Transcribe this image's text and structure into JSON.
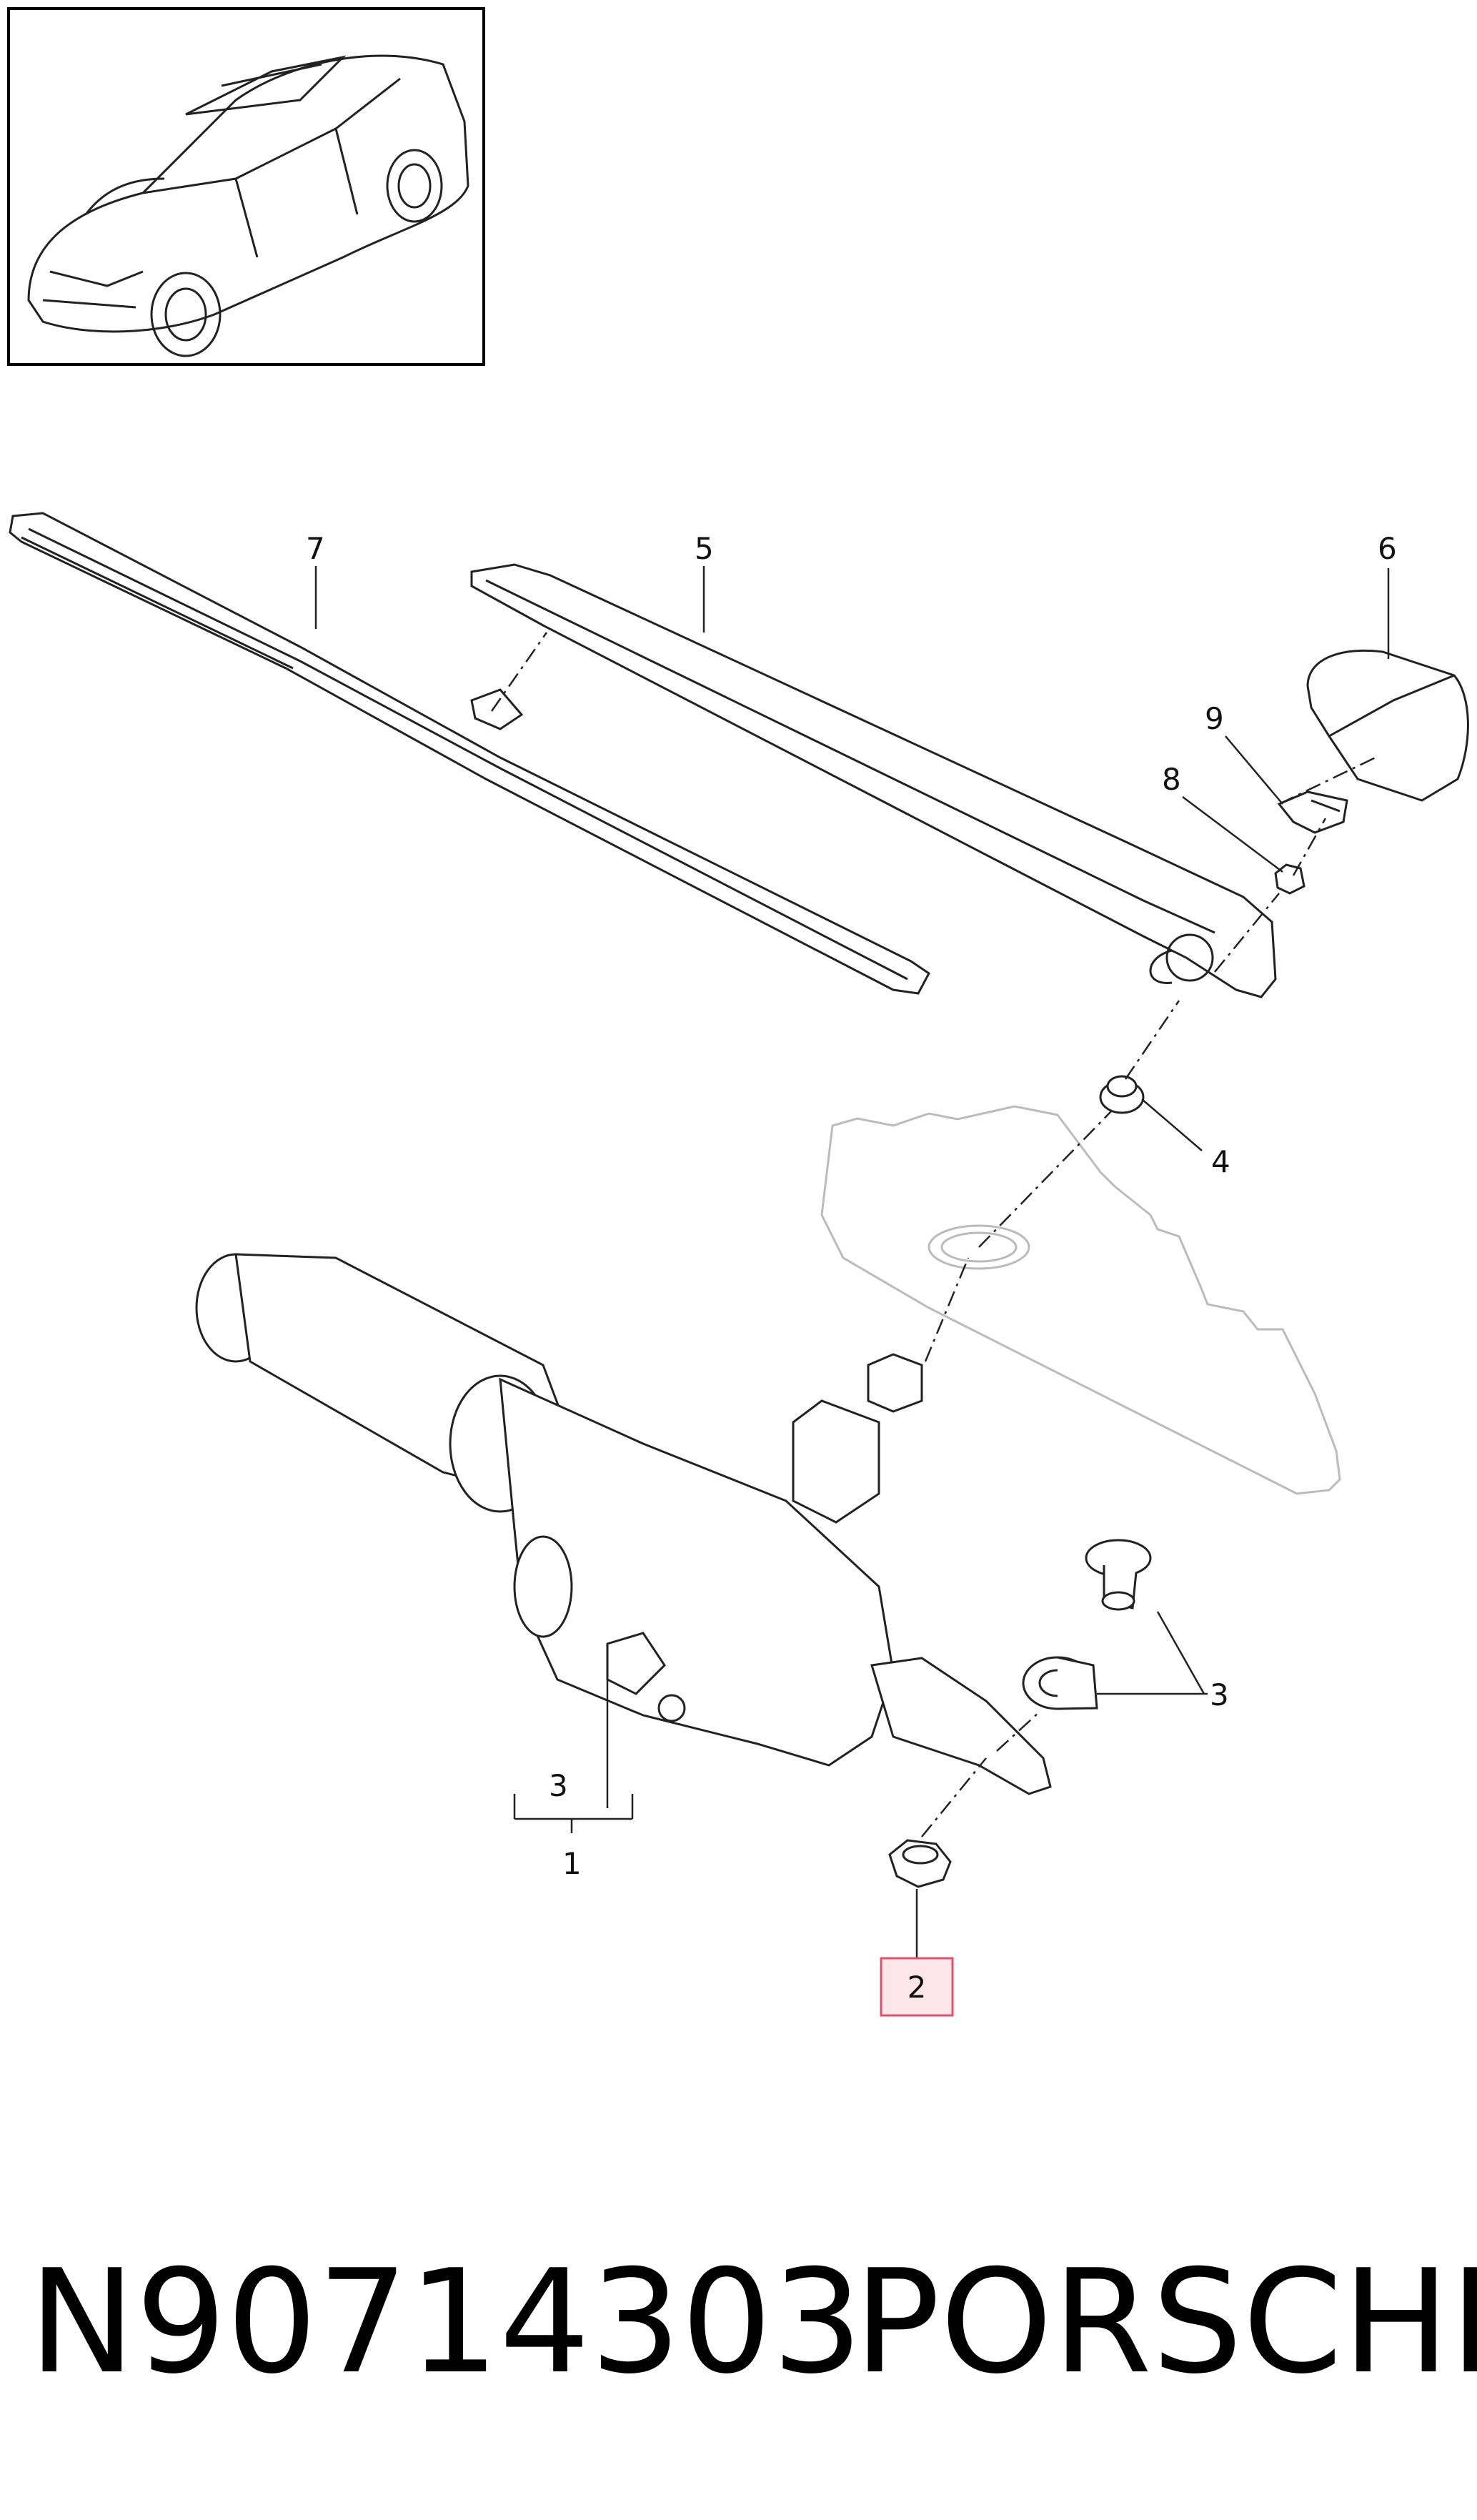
{
  "callouts": {
    "c1": "1",
    "c2": "2",
    "c3_motor": "3",
    "c3_grommets": "3",
    "c4": "4",
    "c5": "5",
    "c6": "6",
    "c7": "7",
    "c8": "8",
    "c9": "9"
  },
  "highlight": {
    "callout": "2",
    "color": "#e0506a",
    "fill": "#fde6ea"
  },
  "footer": {
    "part_number": "N90714303",
    "brand": "PORSCHE"
  },
  "icons": {
    "thumbnail": "vehicle-thumbnail-icon"
  }
}
